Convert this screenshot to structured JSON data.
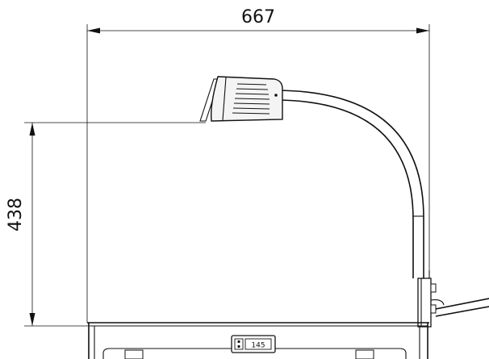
{
  "dimensions": {
    "width_label": "667",
    "height_label": "438"
  },
  "display_label": "145",
  "colors": {
    "ink": "#111111",
    "background": "#ffffff",
    "lamp_fill": "#f4f4f4"
  }
}
